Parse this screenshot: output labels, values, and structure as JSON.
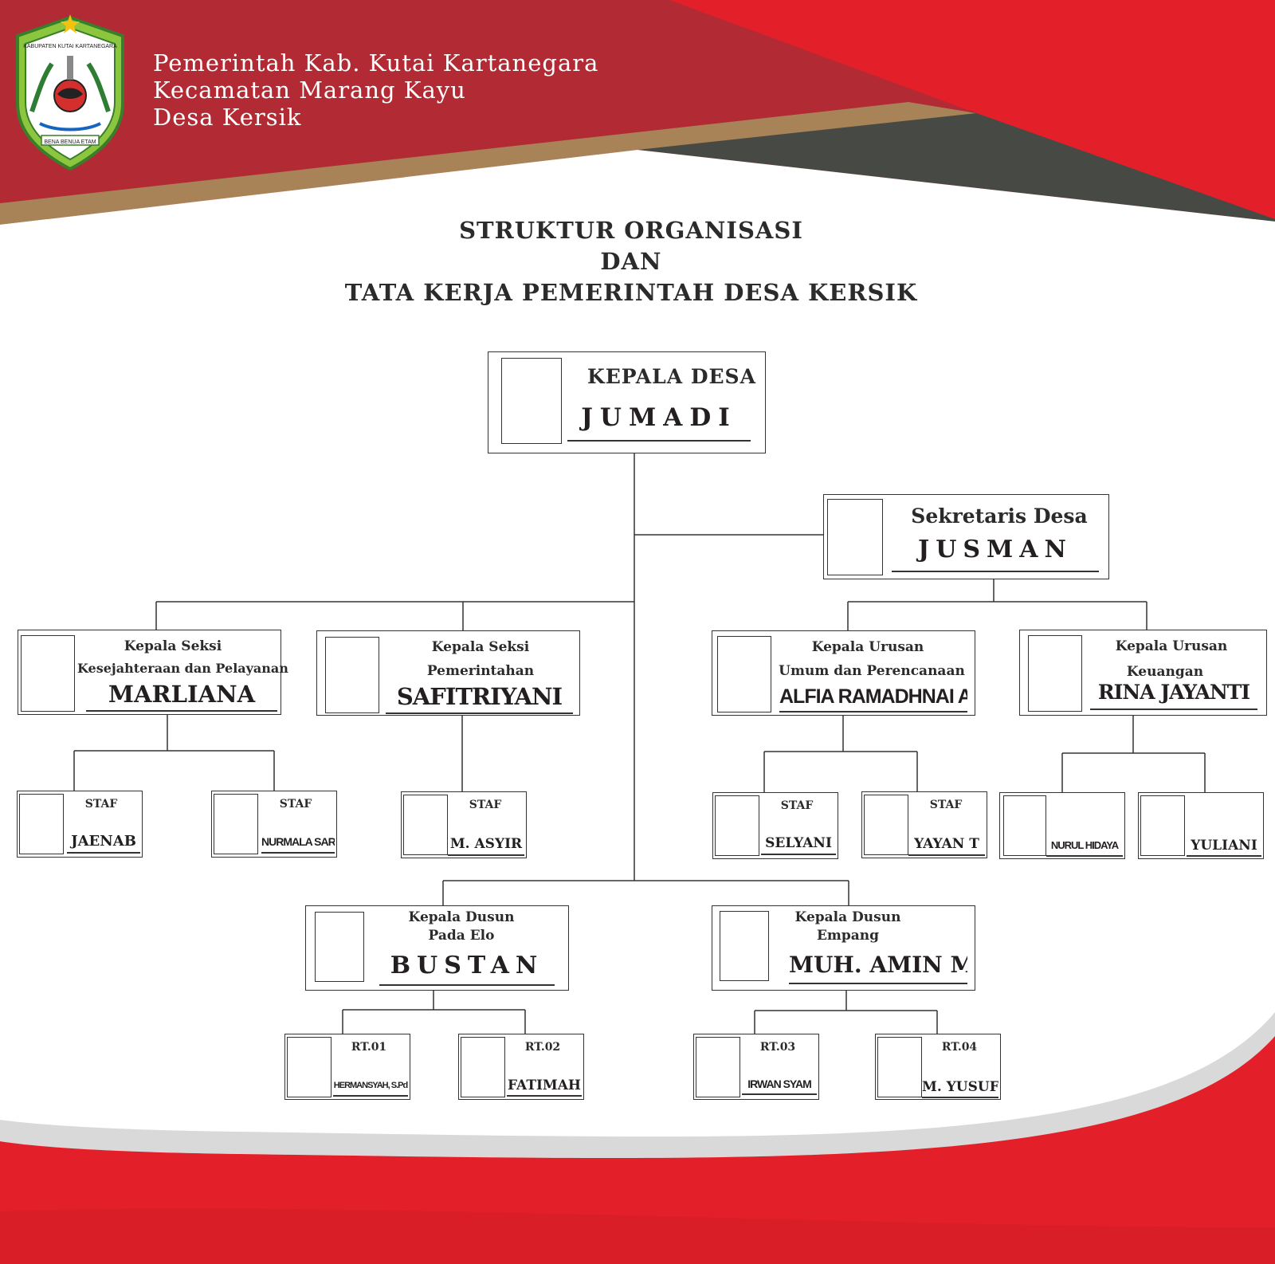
{
  "header": {
    "line1": "Pemerintah Kab. Kutai Kartanegara",
    "line2": "Kecamatan Marang Kayu",
    "line3": "Desa Kersik",
    "logo": {
      "top_text": "KABUPATEN KUTAI KARTANEGARA",
      "bottom_text": "BENA BENUA ETAM",
      "icon": "regency-emblem"
    }
  },
  "colors": {
    "red": "#e3202a",
    "dark_red": "#b22a33",
    "gold": "#a88358",
    "charcoal": "#474a44",
    "logo_green": "#8cc63f"
  },
  "title": {
    "line1": "STRUKTUR ORGANISASI",
    "line2": "DAN",
    "line3": "TATA KERJA PEMERINTAH DESA KERSIK"
  },
  "org": {
    "kepala_desa": {
      "role": "KEPALA DESA",
      "name": "JUMADI"
    },
    "sekretaris": {
      "role": "Sekretaris Desa",
      "name": "JUSMAN"
    },
    "kasi_kesejahteraan": {
      "role1": "Kepala Seksi",
      "role2": "Kesejahteraan dan Pelayanan",
      "name": "MARLIANA"
    },
    "kasi_pemerintahan": {
      "role1": "Kepala Seksi",
      "role2": "Pemerintahan",
      "name": "SAFITRIYANI"
    },
    "kaur_umum": {
      "role1": "Kepala Urusan",
      "role2": "Umum dan Perencanaan",
      "name": "ALFIA RAMADHNAI A"
    },
    "kaur_keuangan": {
      "role1": "Kepala Urusan",
      "role2": "Keuangan",
      "name": "RINA JAYANTI"
    },
    "staf_jaenab": {
      "role": "STAF",
      "name": "JAENAB"
    },
    "staf_nurmala": {
      "role": "STAF",
      "name": "NURMALA SARI"
    },
    "staf_asyir": {
      "role": "STAF",
      "name": "M. ASYIR"
    },
    "staf_selyani": {
      "role": "STAF",
      "name": "SELYANI"
    },
    "staf_yayan": {
      "role": "STAF",
      "name": "YAYAN T"
    },
    "staf_nurul": {
      "name": "NURUL HIDAYA"
    },
    "staf_yuliani": {
      "name": "YULIANI"
    },
    "kadus_padaelo": {
      "role1": "Kepala Dusun",
      "role2": "Pada Elo",
      "name": "BUSTAN"
    },
    "kadus_empang": {
      "role1": "Kepala Dusun",
      "role2": "Empang",
      "name": "MUH. AMIN M"
    },
    "rt01": {
      "role": "RT.01",
      "name": "HERMANSYAH, S.Pd"
    },
    "rt02": {
      "role": "RT.02",
      "name": "FATIMAH"
    },
    "rt03": {
      "role": "RT.03",
      "name": "IRWAN SYAM"
    },
    "rt04": {
      "role": "RT.04",
      "name": "M. YUSUF"
    }
  }
}
